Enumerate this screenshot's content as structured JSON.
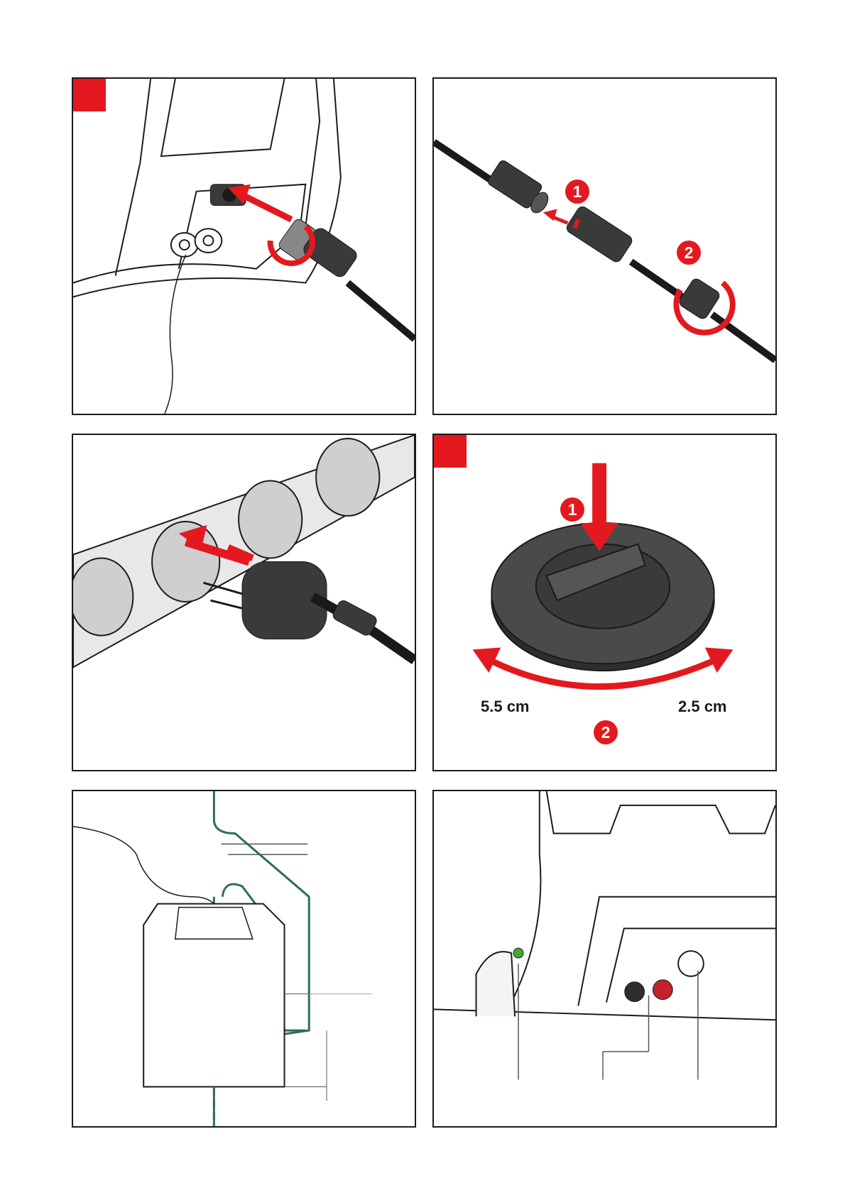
{
  "panels": {
    "p1": {
      "has_marker": true
    },
    "p2": {
      "steps": [
        "1",
        "2"
      ]
    },
    "p3": {},
    "p4": {
      "has_marker": true,
      "steps": [
        "1",
        "2"
      ],
      "left_distance": "5.5 cm",
      "right_distance": "2.5 cm"
    },
    "p5": {},
    "p6": {}
  },
  "colors": {
    "accent": "#e3191f",
    "wire": "#2d6b5e",
    "line": "#1a1a1a",
    "dark_part": "#3a3a3a"
  }
}
